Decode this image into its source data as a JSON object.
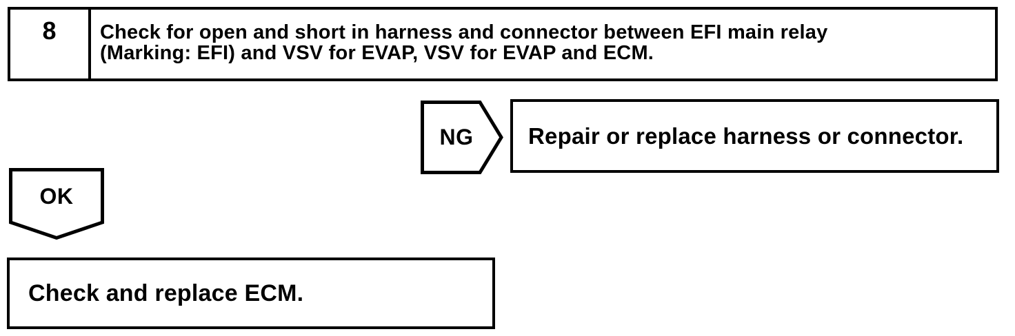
{
  "flowchart": {
    "step_number": "8",
    "question": {
      "lines": [
        "Check for open and short in harness and connector between EFI main relay",
        "(Marking: EFI) and VSV for EVAP, VSV for EVAP and ECM."
      ]
    },
    "ng_branch": {
      "label": "NG",
      "action": "Repair or replace harness or connector."
    },
    "ok_branch": {
      "label": "OK",
      "action": "Check and replace ECM."
    },
    "colors": {
      "line": "#000000",
      "background": "#ffffff"
    }
  }
}
